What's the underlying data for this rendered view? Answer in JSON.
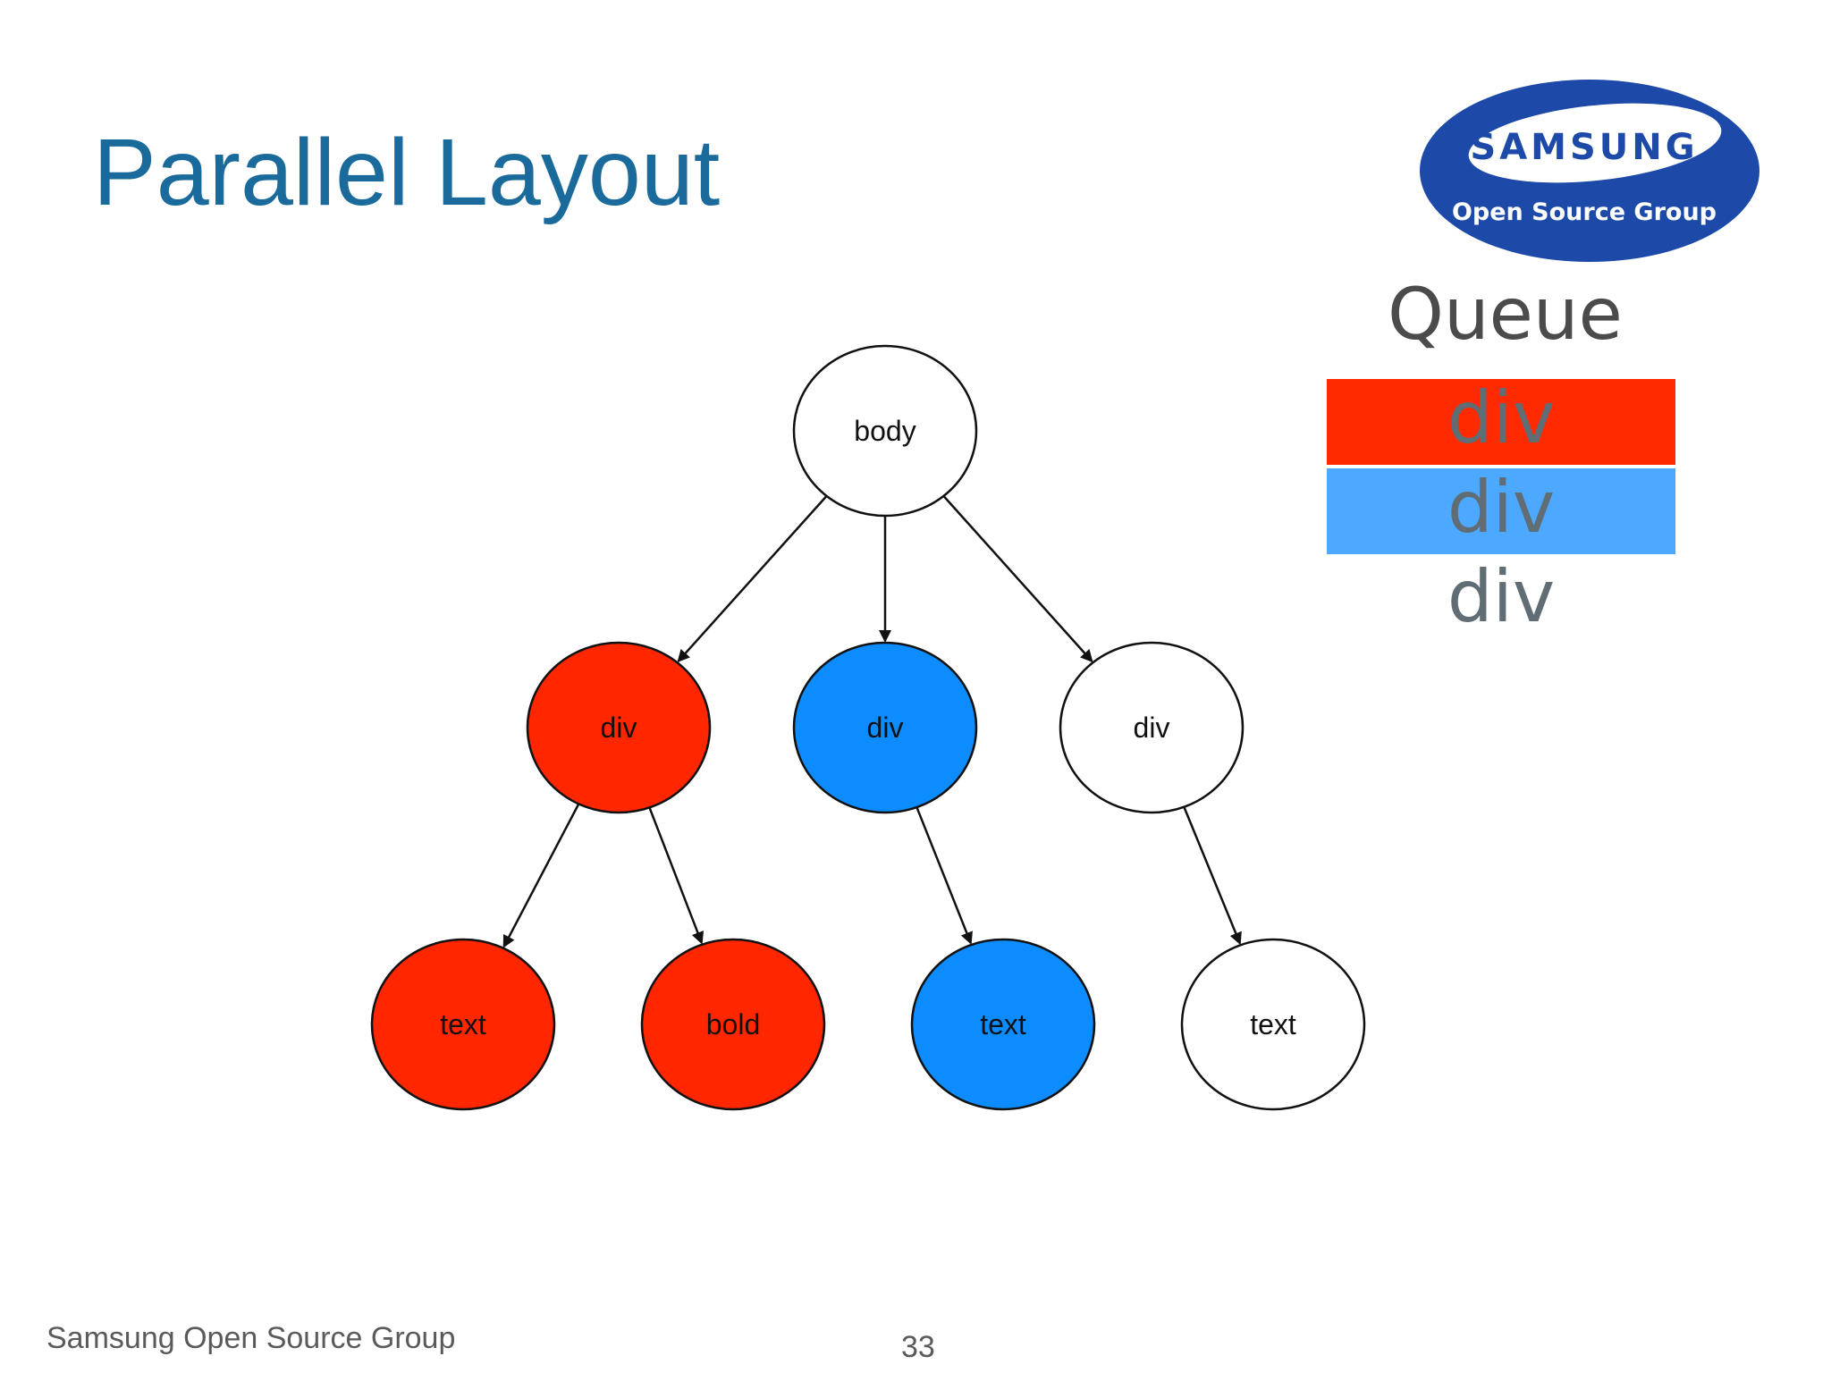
{
  "slide": {
    "title": "Parallel Layout",
    "page_number": "33",
    "footer": "Samsung Open Source Group"
  },
  "logo": {
    "brand": "SAMSUNG",
    "subtitle": "Open Source Group",
    "color": "#1d4aa8"
  },
  "queue": {
    "title": "Queue",
    "items": [
      {
        "label": "div",
        "color": "#ff2a00"
      },
      {
        "label": "div",
        "color": "#4da8ff"
      },
      {
        "label": "div",
        "color": "#ffffff"
      }
    ]
  },
  "tree": {
    "colors": {
      "red": "#ff2600",
      "blue": "#0d8cff",
      "white": "#ffffff"
    },
    "nodes": [
      {
        "id": "body",
        "label": "body",
        "color": "white"
      },
      {
        "id": "div1",
        "label": "div",
        "color": "red"
      },
      {
        "id": "div2",
        "label": "div",
        "color": "blue"
      },
      {
        "id": "div3",
        "label": "div",
        "color": "white"
      },
      {
        "id": "text1",
        "label": "text",
        "color": "red"
      },
      {
        "id": "bold1",
        "label": "bold",
        "color": "red"
      },
      {
        "id": "text2",
        "label": "text",
        "color": "blue"
      },
      {
        "id": "text3",
        "label": "text",
        "color": "white"
      }
    ],
    "edges": [
      [
        "body",
        "div1"
      ],
      [
        "body",
        "div2"
      ],
      [
        "body",
        "div3"
      ],
      [
        "div1",
        "text1"
      ],
      [
        "div1",
        "bold1"
      ],
      [
        "div2",
        "text2"
      ],
      [
        "div3",
        "text3"
      ]
    ]
  }
}
